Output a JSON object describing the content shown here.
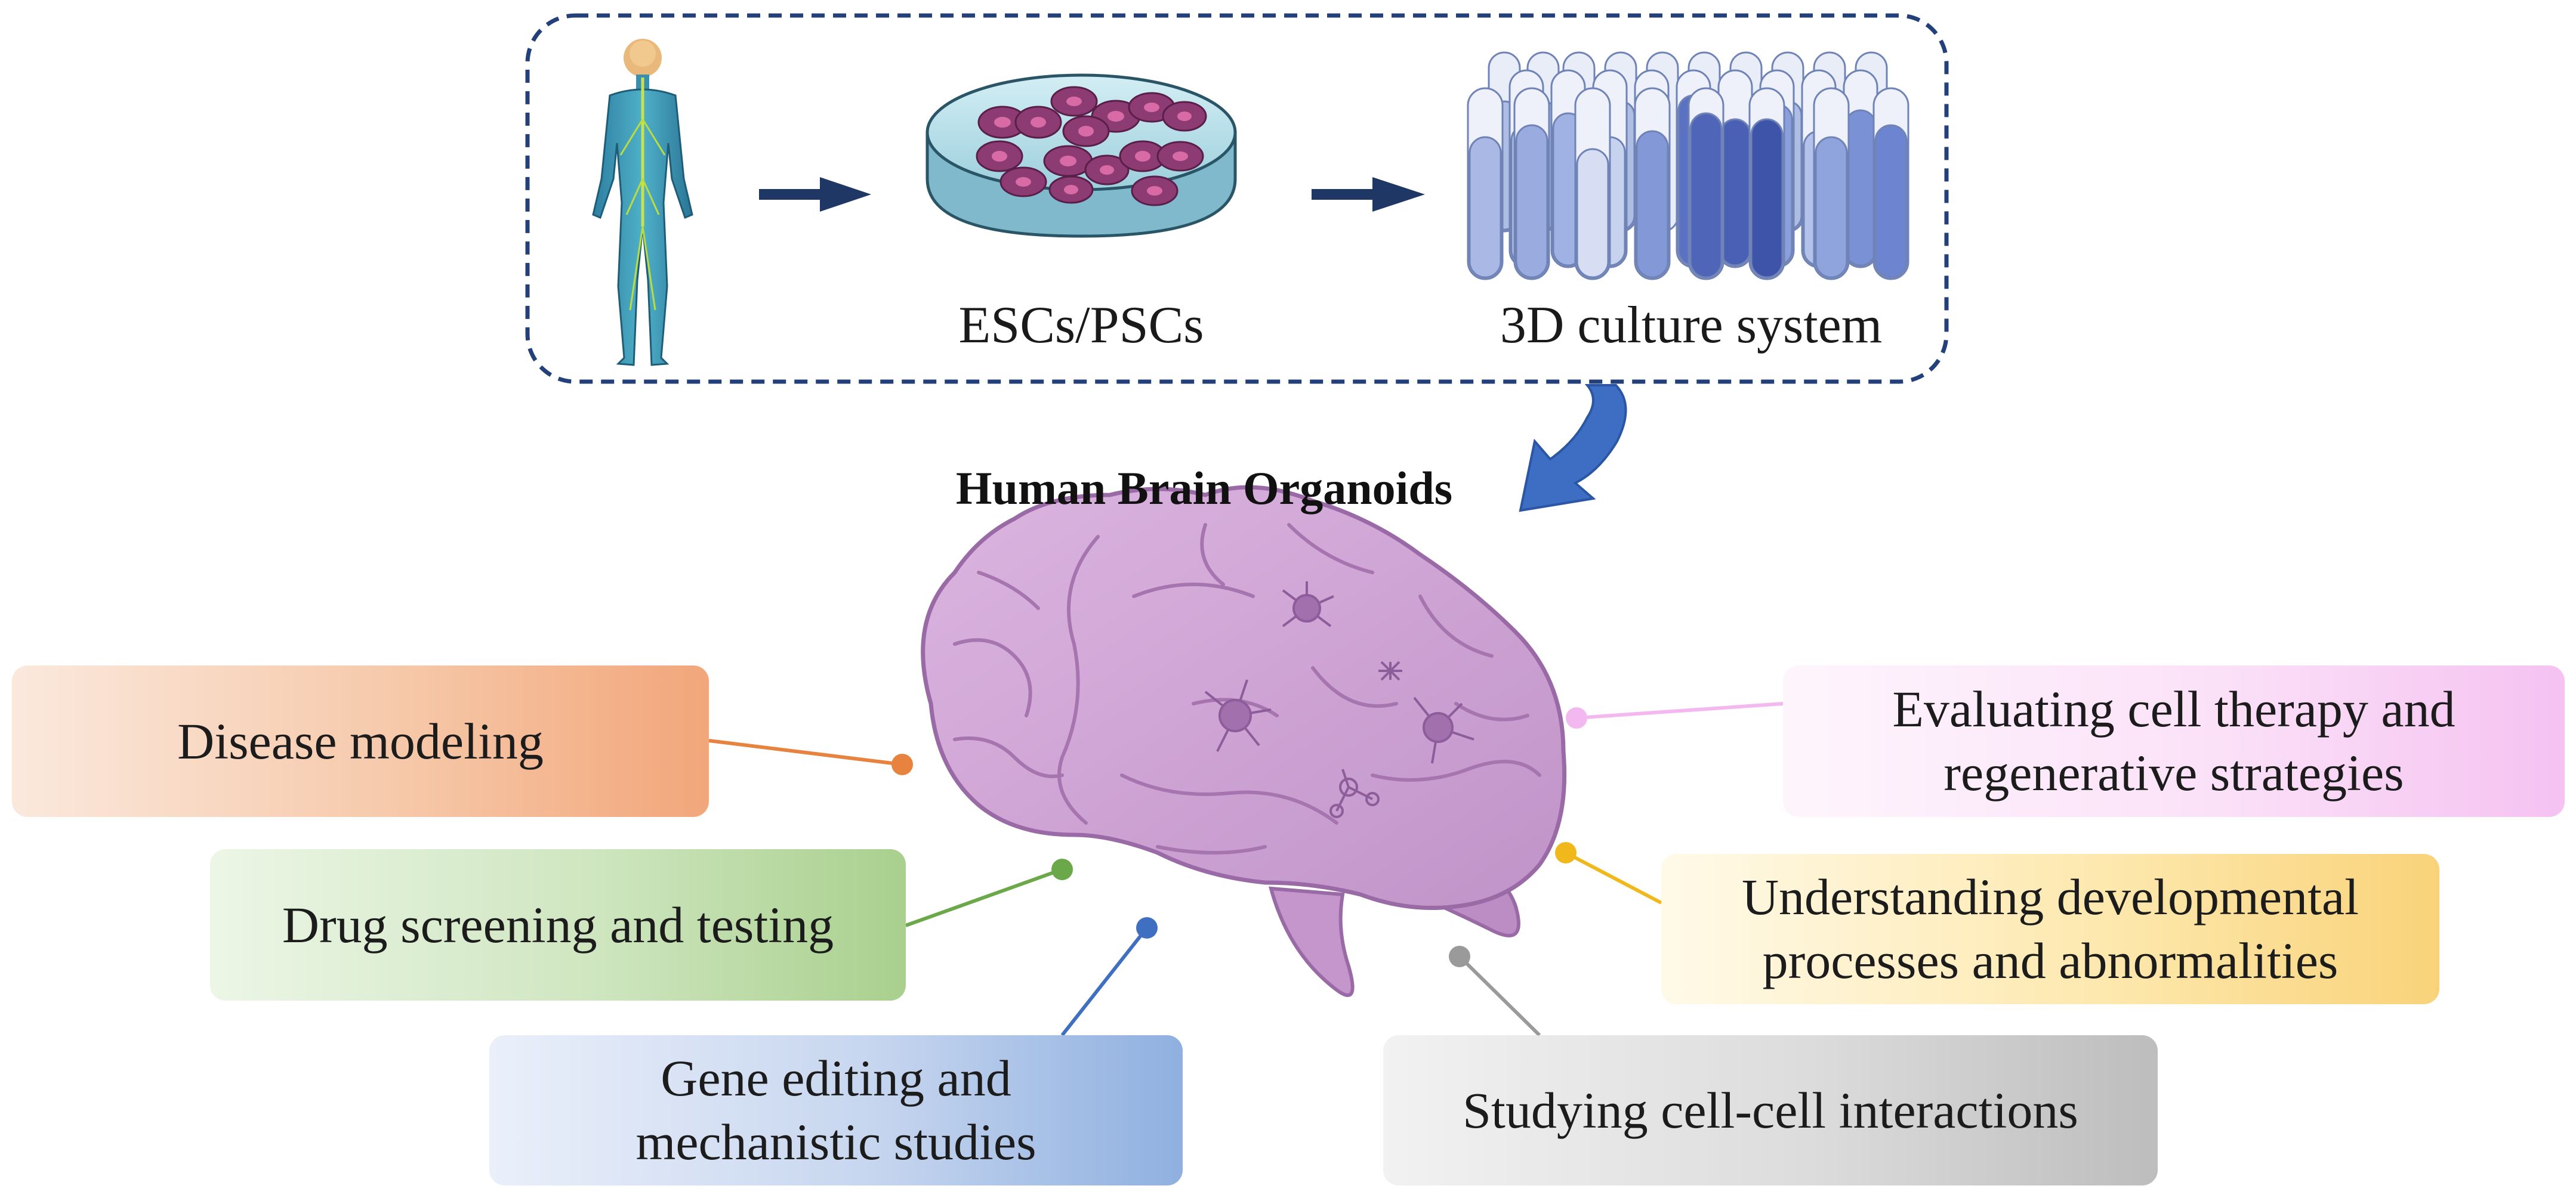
{
  "pipeline": {
    "step2_label": "ESCs/PSCs",
    "step3_label": "3D culture system"
  },
  "center_title": "Human Brain Organoids",
  "applications": [
    {
      "lines": [
        "Disease modeling"
      ],
      "color": "#e8823f"
    },
    {
      "lines": [
        "Drug screening and testing"
      ],
      "color": "#6ba84a"
    },
    {
      "lines": [
        "Gene editing and",
        "mechanistic studies"
      ],
      "color": "#3f6fc0"
    },
    {
      "lines": [
        "Evaluating cell therapy and",
        "regenerative strategies"
      ],
      "color": "#f3b8ef"
    },
    {
      "lines": [
        "Understanding developmental",
        "processes and abnormalities"
      ],
      "color": "#f0b81a"
    },
    {
      "lines": [
        "Studying cell-cell interactions"
      ],
      "color": "#9a9a9a"
    }
  ],
  "colors": {
    "frame": "#24407a",
    "arrow": "#1f3764",
    "big_arrow": "#3d6ec4",
    "brain": "#cfa3d3",
    "brain_outline": "#9a6aa6"
  }
}
